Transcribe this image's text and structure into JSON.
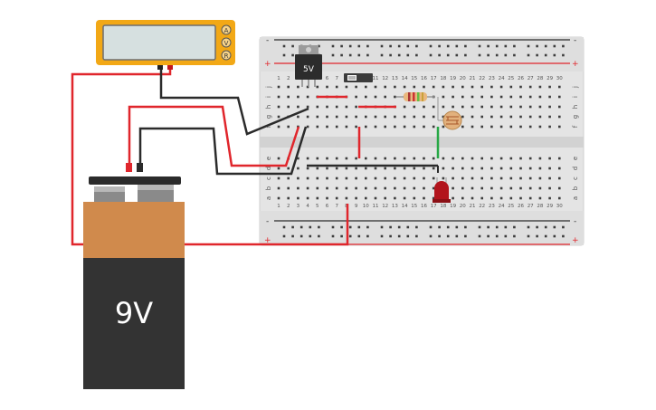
{
  "battery": {
    "label": "9V"
  },
  "regulator": {
    "label": "5V"
  },
  "multimeter": {
    "modes": [
      "A",
      "V",
      "R"
    ]
  },
  "breadboard": {
    "column_numbers": [
      "1",
      "2",
      "3",
      "4",
      "5",
      "6",
      "7",
      "8",
      "9",
      "10",
      "11",
      "12",
      "13",
      "14",
      "15",
      "16",
      "17",
      "18",
      "19",
      "20",
      "21",
      "22",
      "23",
      "24",
      "25",
      "26",
      "27",
      "28",
      "29",
      "30"
    ],
    "rows_top": [
      "j",
      "i",
      "h",
      "g",
      "f"
    ],
    "rows_bottom": [
      "e",
      "d",
      "c",
      "b",
      "a"
    ],
    "rail_plus": "+",
    "rail_minus": "-"
  },
  "colors": {
    "red_wire": "#e0262c",
    "black_wire": "#2b2b2b",
    "green_wire": "#27a845",
    "multimeter_body": "#f2a816",
    "battery_top": "#d08a4c",
    "battery_body": "#333333",
    "board": "#e6e6e6"
  }
}
